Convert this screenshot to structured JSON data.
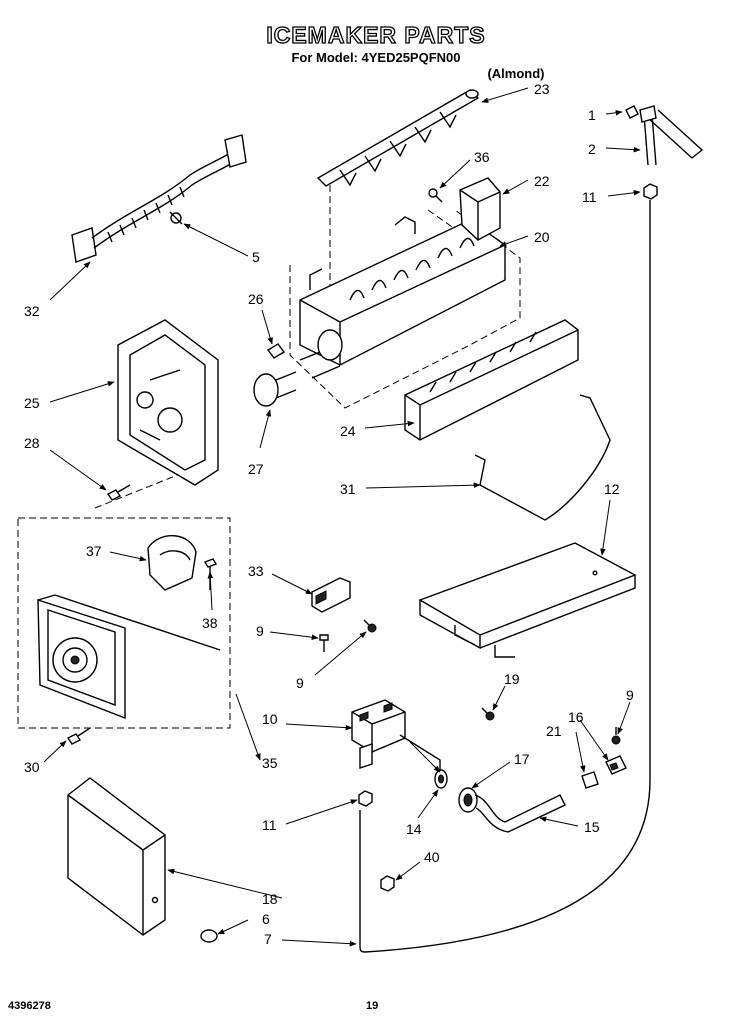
{
  "header": {
    "title": "ICEMAKER PARTS",
    "model_line": "For Model: 4YED25PQFN00",
    "color_line": "(Almond)"
  },
  "footer": {
    "doc_number": "4396278",
    "page_number": "19"
  },
  "callouts": [
    {
      "id": "c1",
      "text": "1"
    },
    {
      "id": "c2",
      "text": "2"
    },
    {
      "id": "c5",
      "text": "5"
    },
    {
      "id": "c6",
      "text": "6"
    },
    {
      "id": "c7",
      "text": "7"
    },
    {
      "id": "c9a",
      "text": "9"
    },
    {
      "id": "c9b",
      "text": "9"
    },
    {
      "id": "c9c",
      "text": "9"
    },
    {
      "id": "c10",
      "text": "10"
    },
    {
      "id": "c11a",
      "text": "11"
    },
    {
      "id": "c11b",
      "text": "11"
    },
    {
      "id": "c12",
      "text": "12"
    },
    {
      "id": "c14",
      "text": "14"
    },
    {
      "id": "c15",
      "text": "15"
    },
    {
      "id": "c16",
      "text": "16"
    },
    {
      "id": "c17",
      "text": "17"
    },
    {
      "id": "c18",
      "text": "18"
    },
    {
      "id": "c19",
      "text": "19"
    },
    {
      "id": "c20",
      "text": "20"
    },
    {
      "id": "c21",
      "text": "21"
    },
    {
      "id": "c22",
      "text": "22"
    },
    {
      "id": "c23",
      "text": "23"
    },
    {
      "id": "c24",
      "text": "24"
    },
    {
      "id": "c25",
      "text": "25"
    },
    {
      "id": "c26",
      "text": "26"
    },
    {
      "id": "c27",
      "text": "27"
    },
    {
      "id": "c28",
      "text": "28"
    },
    {
      "id": "c30",
      "text": "30"
    },
    {
      "id": "c31",
      "text": "31"
    },
    {
      "id": "c32",
      "text": "32"
    },
    {
      "id": "c33",
      "text": "33"
    },
    {
      "id": "c35",
      "text": "35"
    },
    {
      "id": "c36",
      "text": "36"
    },
    {
      "id": "c37",
      "text": "37"
    },
    {
      "id": "c38",
      "text": "38"
    },
    {
      "id": "c40",
      "text": "40"
    }
  ]
}
